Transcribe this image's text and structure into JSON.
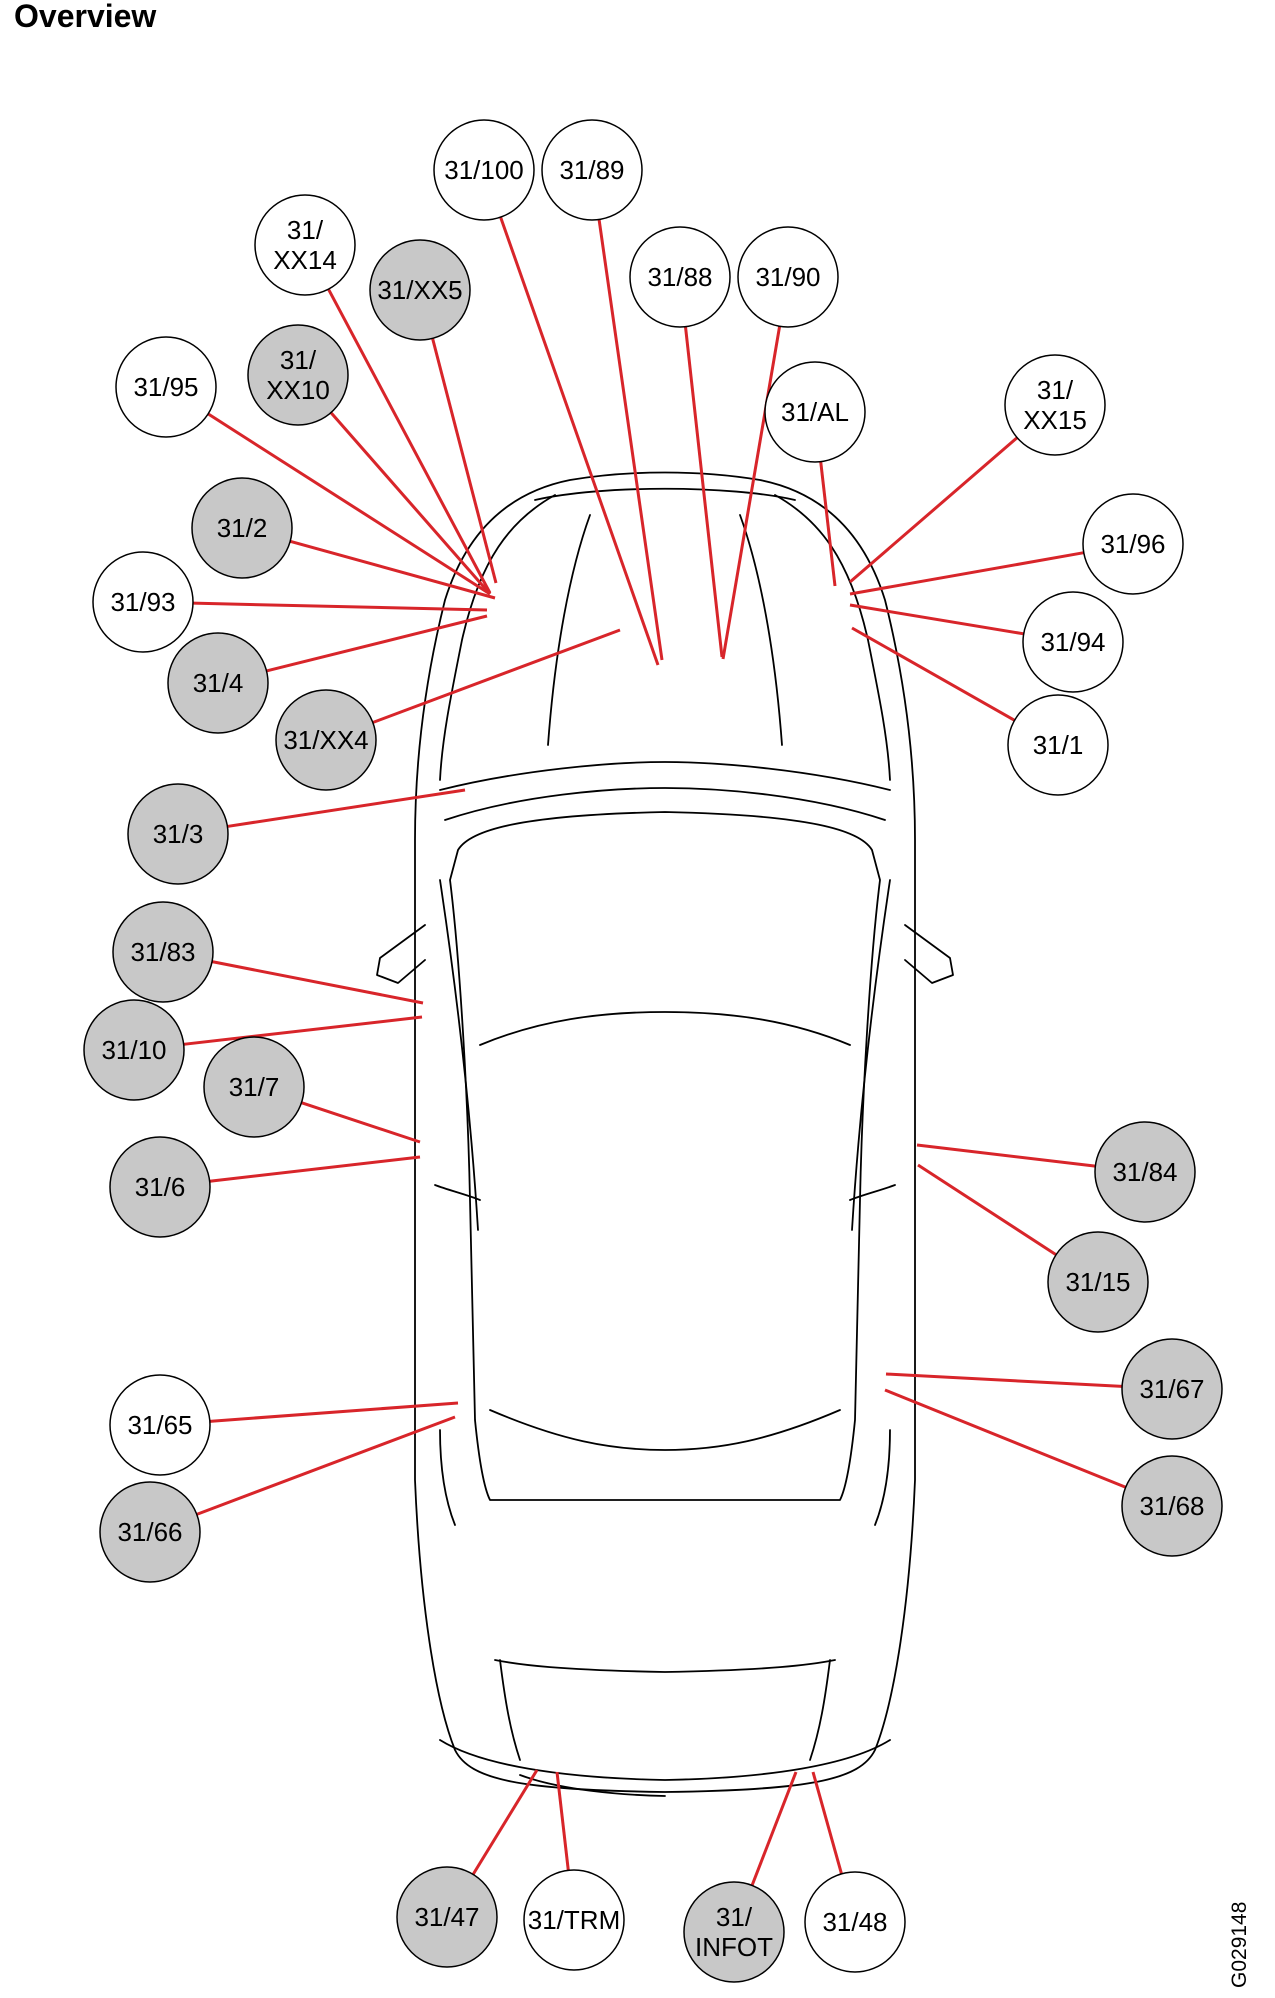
{
  "title": "Overview",
  "figure_id": "G029148",
  "colors": {
    "leader_line": "#d8252a",
    "filled_callout": "#c8c8c8",
    "empty_callout": "#ffffff",
    "outline": "#000000"
  },
  "legend_note": "grey-filled circles and white circles are two callout styles; each callout is connected to a point on the car by a red leader line",
  "callouts": [
    {
      "id": "c-31-100",
      "lines": [
        "31/100"
      ],
      "filled": false
    },
    {
      "id": "c-31-89",
      "lines": [
        "31/89"
      ],
      "filled": false
    },
    {
      "id": "c-31-xx14",
      "lines": [
        "31/",
        "XX14"
      ],
      "filled": false
    },
    {
      "id": "c-31-xx5",
      "lines": [
        "31/XX5"
      ],
      "filled": true
    },
    {
      "id": "c-31-88",
      "lines": [
        "31/88"
      ],
      "filled": false
    },
    {
      "id": "c-31-90",
      "lines": [
        "31/90"
      ],
      "filled": false
    },
    {
      "id": "c-31-xx10",
      "lines": [
        "31/",
        "XX10"
      ],
      "filled": true
    },
    {
      "id": "c-31-95",
      "lines": [
        "31/95"
      ],
      "filled": false
    },
    {
      "id": "c-31-al",
      "lines": [
        "31/AL"
      ],
      "filled": false
    },
    {
      "id": "c-31-xx15",
      "lines": [
        "31/",
        "XX15"
      ],
      "filled": false
    },
    {
      "id": "c-31-2",
      "lines": [
        "31/2"
      ],
      "filled": true
    },
    {
      "id": "c-31-96",
      "lines": [
        "31/96"
      ],
      "filled": false
    },
    {
      "id": "c-31-93",
      "lines": [
        "31/93"
      ],
      "filled": false
    },
    {
      "id": "c-31-94",
      "lines": [
        "31/94"
      ],
      "filled": false
    },
    {
      "id": "c-31-4",
      "lines": [
        "31/4"
      ],
      "filled": true
    },
    {
      "id": "c-31-xx4",
      "lines": [
        "31/XX4"
      ],
      "filled": true
    },
    {
      "id": "c-31-1",
      "lines": [
        "31/1"
      ],
      "filled": false
    },
    {
      "id": "c-31-3",
      "lines": [
        "31/3"
      ],
      "filled": true
    },
    {
      "id": "c-31-83",
      "lines": [
        "31/83"
      ],
      "filled": true
    },
    {
      "id": "c-31-10",
      "lines": [
        "31/10"
      ],
      "filled": true
    },
    {
      "id": "c-31-7",
      "lines": [
        "31/7"
      ],
      "filled": true
    },
    {
      "id": "c-31-6",
      "lines": [
        "31/6"
      ],
      "filled": true
    },
    {
      "id": "c-31-84",
      "lines": [
        "31/84"
      ],
      "filled": true
    },
    {
      "id": "c-31-15",
      "lines": [
        "31/15"
      ],
      "filled": true
    },
    {
      "id": "c-31-67",
      "lines": [
        "31/67"
      ],
      "filled": true
    },
    {
      "id": "c-31-65",
      "lines": [
        "31/65"
      ],
      "filled": false
    },
    {
      "id": "c-31-68",
      "lines": [
        "31/68"
      ],
      "filled": true
    },
    {
      "id": "c-31-66",
      "lines": [
        "31/66"
      ],
      "filled": true
    },
    {
      "id": "c-31-47",
      "lines": [
        "31/47"
      ],
      "filled": true
    },
    {
      "id": "c-31-trm",
      "lines": [
        "31/TRM"
      ],
      "filled": false
    },
    {
      "id": "c-31-infot",
      "lines": [
        "31/",
        "INFOT"
      ],
      "filled": true
    },
    {
      "id": "c-31-48",
      "lines": [
        "31/48"
      ],
      "filled": false
    }
  ]
}
